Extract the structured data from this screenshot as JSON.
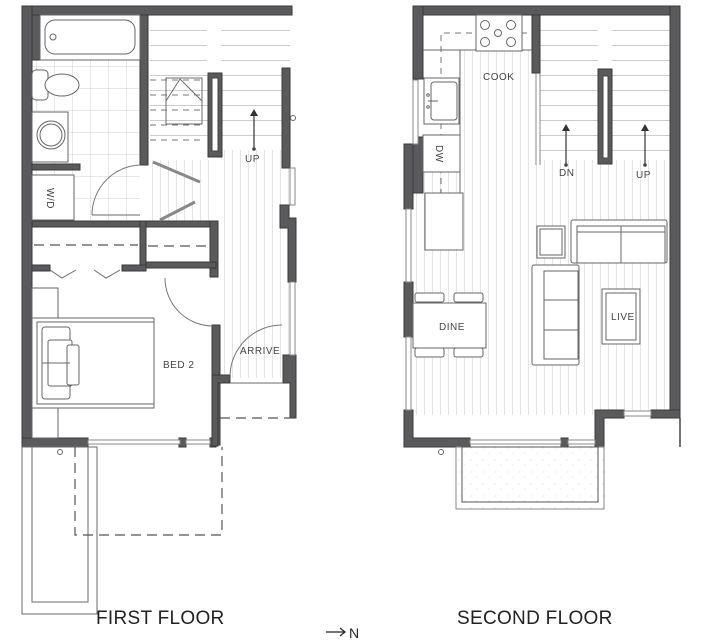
{
  "plans": [
    {
      "title": "FIRST FLOOR",
      "rooms": [
        {
          "label": "BED  2"
        },
        {
          "label": "ARRIVE"
        },
        {
          "label": "UP"
        },
        {
          "label": "W/D"
        }
      ]
    },
    {
      "title": "SECOND FLOOR",
      "rooms": [
        {
          "label": "COOK"
        },
        {
          "label": "DW"
        },
        {
          "label": "DINE"
        },
        {
          "label": "LIVE"
        },
        {
          "label": "DN"
        },
        {
          "label": "UP"
        }
      ]
    }
  ],
  "compass": {
    "arrow": "⟶",
    "label": "N"
  },
  "colors": {
    "wall": "#5a5a5c",
    "line": "#666666",
    "floorboard": "#c9c9c9",
    "background": "#ffffff"
  }
}
